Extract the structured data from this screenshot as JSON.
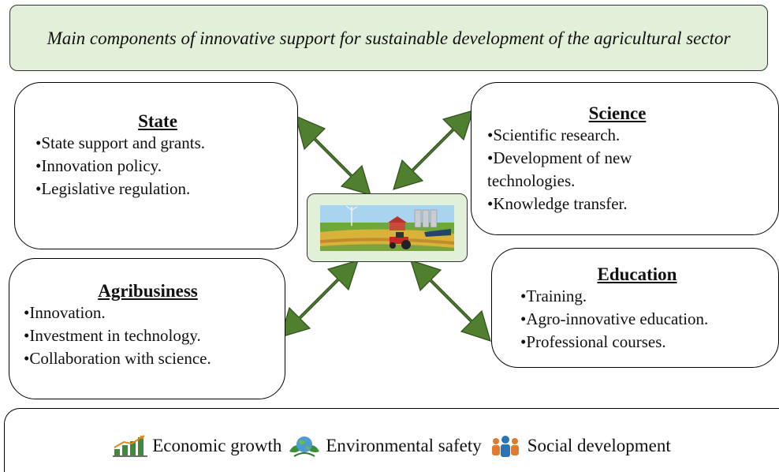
{
  "title": "Main components of innovative support for sustainable development of the agricultural sector",
  "state": {
    "heading": "State",
    "items": [
      "State support and grants.",
      "Innovation policy.",
      "Legislative regulation."
    ]
  },
  "science": {
    "heading": "Science",
    "items": [
      "Scientific research.",
      "Development of new technologies.",
      "Knowledge transfer."
    ]
  },
  "agribusiness": {
    "heading": "Agribusiness",
    "items": [
      "Innovation.",
      "Investment in technology.",
      "Collaboration with science."
    ]
  },
  "education": {
    "heading": "Education",
    "items": [
      "Training.",
      "Agro-innovative education.",
      "Professional courses."
    ]
  },
  "center": {
    "image_icon": "farm-landscape-icon"
  },
  "outcomes": [
    {
      "icon": "bar-chart-growth-icon",
      "label": "Economic growth"
    },
    {
      "icon": "globe-leaves-icon",
      "label": "Environmental safety"
    },
    {
      "icon": "people-group-icon",
      "label": "Social development"
    }
  ],
  "colors": {
    "title_bg": "#e2efd9",
    "arrow": "#4f7f2f",
    "arrow_stroke": "#2f4f1c"
  }
}
